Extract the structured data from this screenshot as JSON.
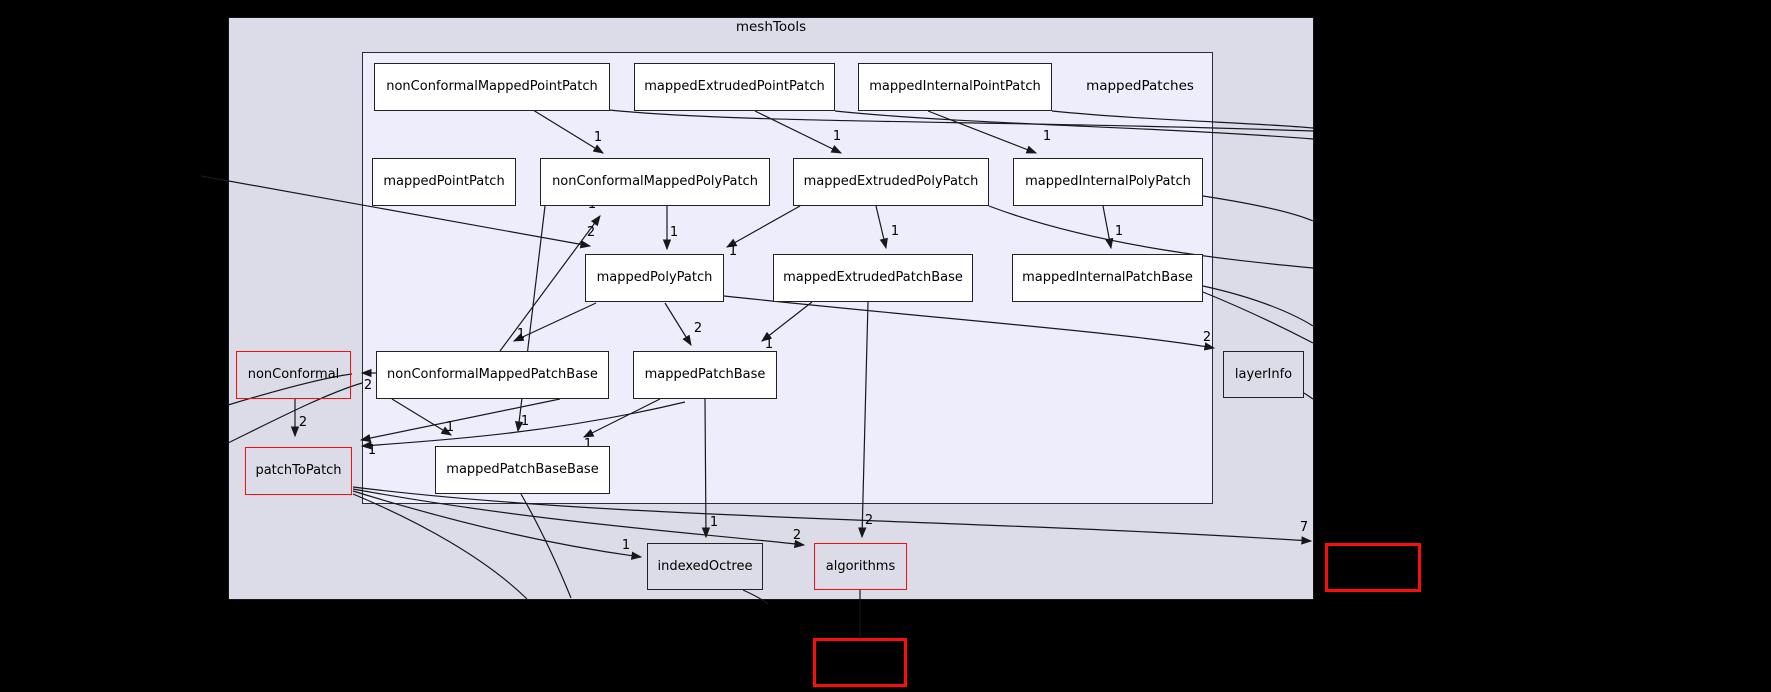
{
  "diagram": {
    "clusters": {
      "outer_label": "meshTools",
      "inner_label": "mappedPatches"
    },
    "nodes": [
      {
        "label": "nonConformalMappedPointPatch"
      },
      {
        "label": "mappedExtrudedPointPatch"
      },
      {
        "label": "mappedInternalPointPatch"
      },
      {
        "label": "mappedPointPatch"
      },
      {
        "label": "nonConformalMappedPolyPatch"
      },
      {
        "label": "mappedExtrudedPolyPatch"
      },
      {
        "label": "mappedInternalPolyPatch"
      },
      {
        "label": "mappedPolyPatch"
      },
      {
        "label": "mappedExtrudedPatchBase"
      },
      {
        "label": "mappedInternalPatchBase"
      },
      {
        "label": "nonConformalMappedPatchBase"
      },
      {
        "label": "mappedPatchBase"
      },
      {
        "label": "mappedPatchBaseBase"
      },
      {
        "label": "nonConformal"
      },
      {
        "label": "patchToPatch"
      },
      {
        "label": "layerInfo"
      },
      {
        "label": "indexedOctree"
      },
      {
        "label": "algorithms"
      }
    ],
    "edge_labels": [
      "1",
      "1",
      "1",
      "1",
      "1",
      "1",
      "1",
      "2",
      "1",
      "1",
      "1",
      "2",
      "2",
      "1",
      "1",
      "1",
      "1",
      "1",
      "2",
      "1",
      "2",
      "7",
      "2",
      "2"
    ],
    "colors": {
      "page_background": "#000000",
      "outer_cluster_fill": "#dcdce8",
      "inner_cluster_fill": "#ededfb",
      "node_fill": "#ffffff",
      "edge_and_border": "#18181c",
      "highlight_red": "#fb0d0c"
    }
  }
}
